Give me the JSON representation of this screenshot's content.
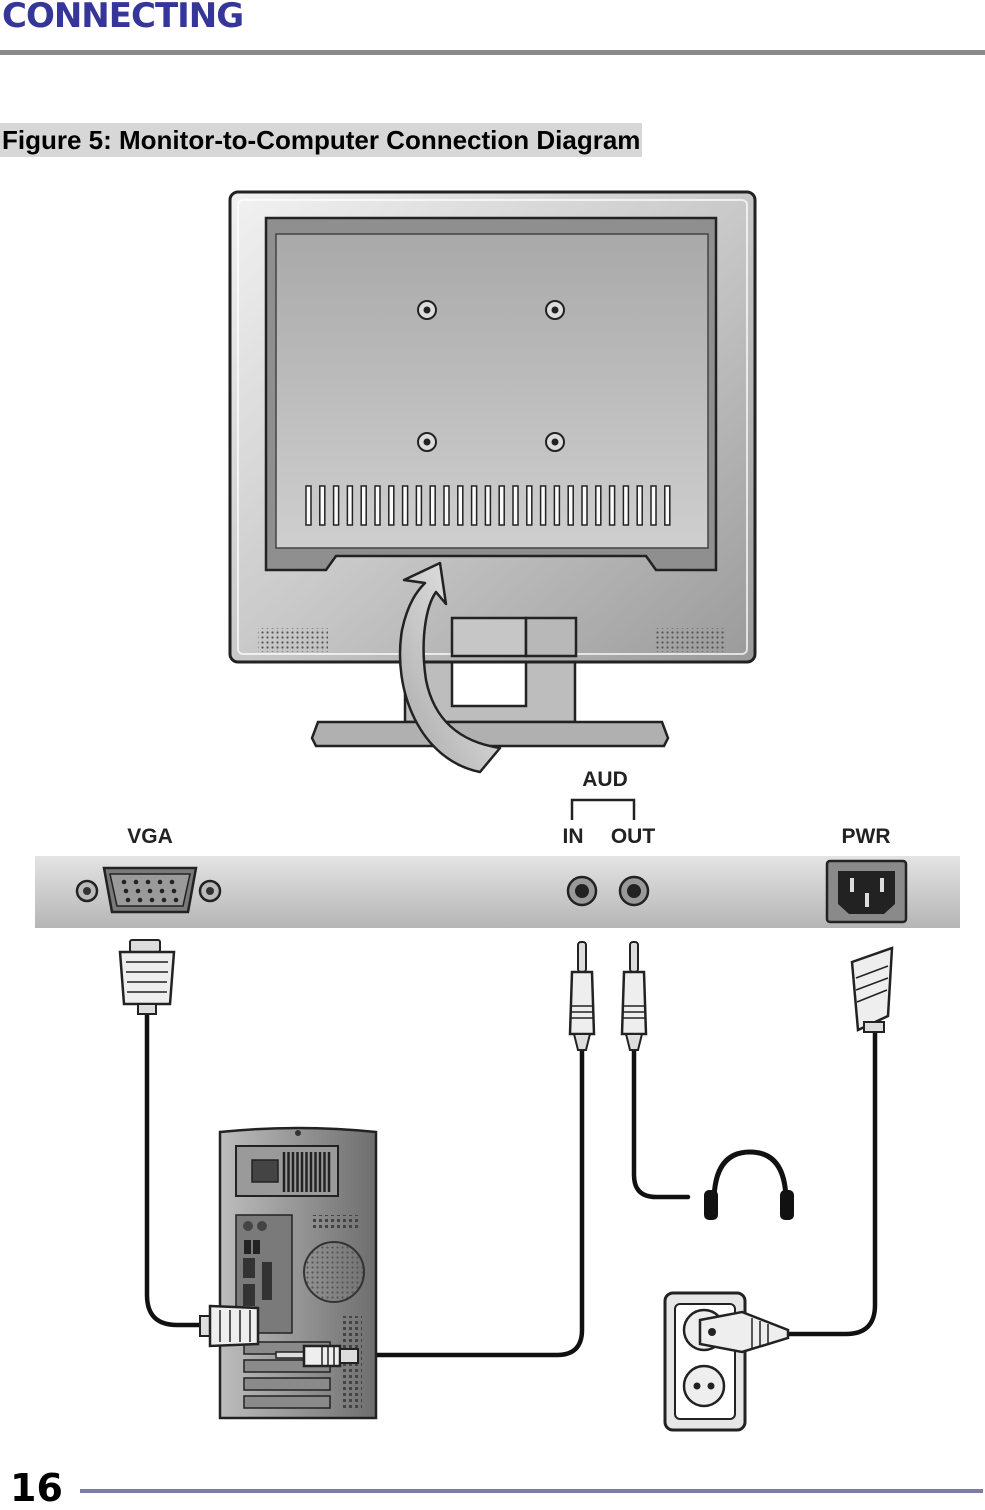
{
  "header": {
    "title": "CONNECTING"
  },
  "figure": {
    "caption": "Figure 5: Monitor-to-Computer Connection Diagram"
  },
  "ports": {
    "vga": "VGA",
    "audio_group": "AUD",
    "audio_in": "IN",
    "audio_out": "OUT",
    "power": "PWR"
  },
  "footer": {
    "page_number": "16"
  },
  "colors": {
    "header_accent": "#35359a",
    "footer_rule": "#7c7ca8"
  }
}
